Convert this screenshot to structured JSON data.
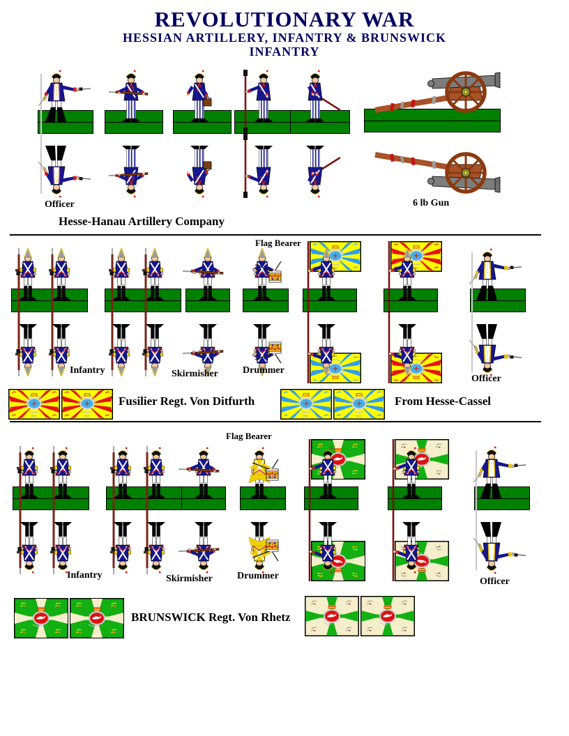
{
  "header": {
    "title": "REVOLUTIONARY WAR",
    "subtitle_line1": "HESSIAN ARTILLERY, INFANTRY & BRUNSWICK",
    "subtitle_line2": "INFANTRY"
  },
  "artillery_section": {
    "officer_label": "Officer",
    "company_label": "Hesse-Hanau Artillery Company",
    "gun_label": "6 lb Gun"
  },
  "ditfurth_section": {
    "flag_bearer_label": "Flag Bearer",
    "infantry_label": "Infantry",
    "skirmisher_label": "Skirmisher",
    "drummer_label": "Drummer",
    "officer_label": "Officer",
    "regiment_flag_label": "Fusilier Regt. Von Ditfurth",
    "origin_flag_label": "From Hesse-Cassel"
  },
  "brunswick_section": {
    "flag_bearer_label": "Flag Bearer",
    "infantry_label": "Infantry",
    "skirmisher_label": "Skirmisher",
    "drummer_label": "Drummer",
    "officer_label": "Officer",
    "regiment_flag_label": "BRUNSWICK Regt. Von Rhetz"
  },
  "colors": {
    "title_navy": "#000060",
    "uniform_navy": "#16168e",
    "facing_red": "#d02020",
    "base_green": "#008000",
    "flag_yellow": "#ffff00",
    "hesse_ray_red": "#e81212",
    "hesse_ray_blue": "#2e9ef0",
    "brunswick_green": "#12b012",
    "brunswick_cream": "#f5eecb",
    "pole_maroon": "#7a1010",
    "drummer_yellow": "#f0d000",
    "officer_trim_yellow": "#e8c000"
  }
}
